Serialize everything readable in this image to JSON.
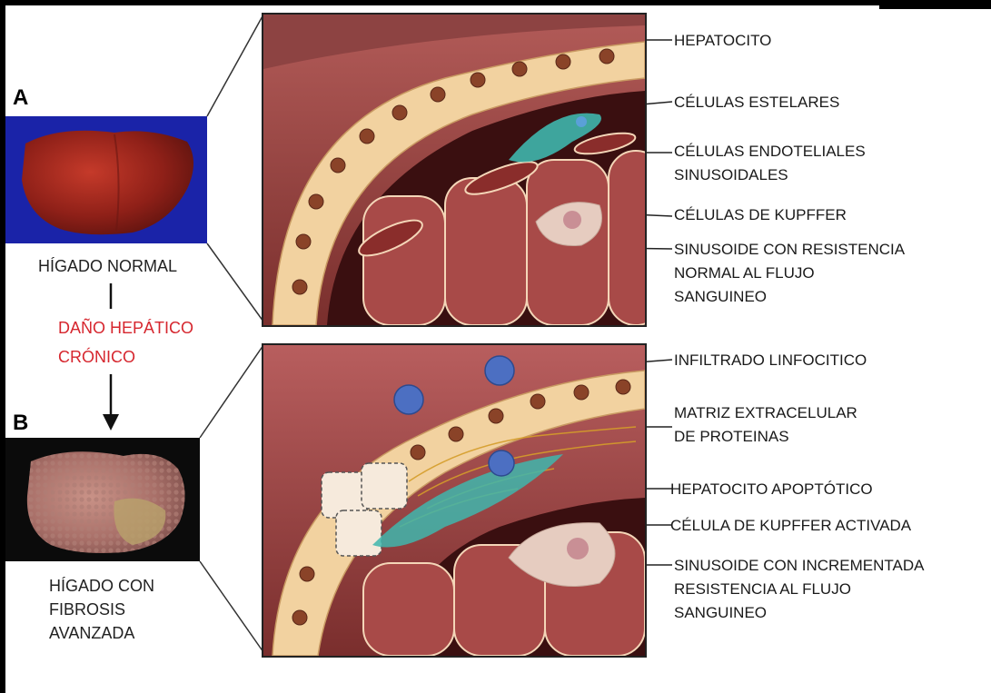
{
  "panel_a": {
    "letter": "A",
    "liver_caption": "HÍGADO NORMAL",
    "labels": [
      {
        "lines": [
          "HEPATOCITO"
        ]
      },
      {
        "lines": [
          "CÉLULAS ESTELARES"
        ]
      },
      {
        "lines": [
          "CÉLULAS ENDOTELIALES",
          "SINUSOIDALES"
        ]
      },
      {
        "lines": [
          "CÉLULAS DE KUPFFER"
        ]
      },
      {
        "lines": [
          "SINUSOIDE CON RESISTENCIA",
          "NORMAL AL FLUJO",
          "SANGUINEO"
        ]
      }
    ]
  },
  "transition": {
    "line1": "DAÑO HEPÁTICO",
    "line2": "CRÓNICO",
    "color": "#d6262e"
  },
  "panel_b": {
    "letter": "B",
    "liver_caption": [
      "HÍGADO CON",
      "FIBROSIS",
      "AVANZADA"
    ],
    "labels": [
      {
        "lines": [
          "INFILTRADO LINFOCITICO"
        ]
      },
      {
        "lines": [
          "MATRIZ EXTRACELULAR",
          "DE PROTEINAS"
        ]
      },
      {
        "lines": [
          "HEPATOCITO APOPTÓTICO"
        ]
      },
      {
        "lines": [
          "CÉLULA DE KUPFFER ACTIVADA"
        ]
      },
      {
        "lines": [
          "SINUSOIDE CON INCREMENTADA",
          "RESISTENCIA AL FLUJO",
          "SANGUINEO"
        ]
      }
    ]
  },
  "colors": {
    "liver_normal_bg": "#1a23a8",
    "liver_fibrosis_bg": "#0b0b0b",
    "tissue": "#9c4a48",
    "hepatocyte": "#f3d3a0",
    "stellate": "#3fb6ad"
  }
}
